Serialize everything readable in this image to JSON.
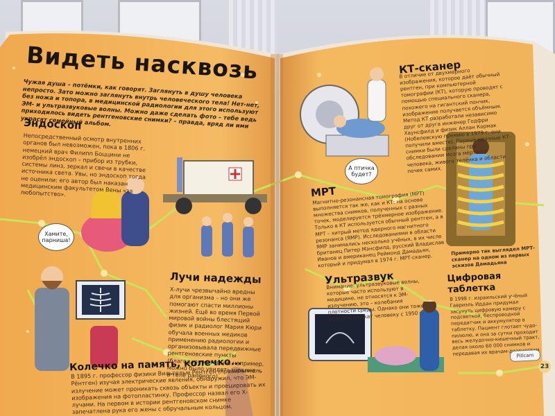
{
  "spread": {
    "left": {
      "title": "Видеть насквозь",
      "intro": "Чужая душа – потёмки, как говорят. Заглянуть в душу человека непросто. Зато можно заглянуть внутрь человеческого тела! Нет-нет, без ножа и топора, в медицинской радиологии для этого используют ЭМ- и ультразвуковые волны. Можно даже сделать фото – тебе ведь приходилось видеть рентгеновские снимки? – правда, вряд ли ими украсят семейный альбом.",
      "endoscope": {
        "heading": "Эндоскоп",
        "body": "Непосредственный осмотр внутренних органов был невозможен, пока в 1806 г. немецкий врач Филипп Боццини не изобрёл эндоскоп – прибор из трубки, системы линз, зеркал и свечи в качестве источника света. Увы, но эндоскоп тогда не оценили: его автор был наказан медицинским факультетом Вены «за любопытство».",
        "bubble": "Хамите, парниша!"
      },
      "xrays": {
        "heading": "Лучи надежды",
        "body": "Х-лучи чрезвычайно вредны для организма – но они же помогают спасти миллионы жизней. Ещё во время Первой мировой войны блестящий физик и радиолог Мария Кюри обучала военных медиков применению радиологии и организовывала передвижные рентгеновские пункты (благодаря которым, например, можно было увидеть шрапнель в теле раненого)."
      },
      "ring": {
        "heading": "Колечко на память, колечко...",
        "body": "В 1895 г. профессор физики Вильгельм Рентген (правильнее – Рёнтген) изучая электрические явления, обнаружил, что ЭМ-излучение может проникать сквозь объекты и проецировать их изображения на фотопластинку. Профессор назвал его Х-лучами. На первом в истории рентгеновском снимке запечатлена рука его жены с обручальным кольцом."
      }
    },
    "right": {
      "ct": {
        "heading": "КТ-сканер",
        "body": "В отличие от двухмерного изображения, которое даёт обычный рентген, при компьютерной томографии (КТ), которую проводят с помощью специального сканера, похожего на гигантский пончик, изображение получается объёмным. Метод КТ разработали независимо друг от друга инженер Годфри Хаунсфилд и физик Аллан Кормак (Нобелевскую премию в 1979 г. они получили вместе). Первые удачные КТ-снимки были сделаны при обследовании мозга мёртвого человека, живого телёнка и области почек самих.",
        "bubble": "А птичка будет?"
      },
      "mri": {
        "heading": "МРТ",
        "body": "Магнитно-резонансная томография (МРТ) выполняется так же, как и КТ: на основе множества снимков, полученных с разных точек, моделируется трёхмерное изображение. Только в КТ используется обычный рентген, а в МРТ – хитрый метод ядерного магнитного резонанса (ЯМР). Исследованиями в области ЯМР занимались несколько учёных, в их числе британец Питер Мэнсфилд, русский Владислав Иванов и американец Реймонд Дамадьян, который и придумал в 1974 г. МРТ-сканер.",
        "caption": "Примерно так выглядел МРТ-сканер на одном из первых эскизов Дамадьяна"
      },
      "ultrasound": {
        "heading": "Ультразвук",
        "body": "Внимание: ультразвуковые волны, которые часто используют в медицине, не относятся к ЭМ-излучению, это – колебания плотности среды. Однако они тоже успешно служат человеку с 1950 г."
      },
      "pill": {
        "heading": "Цифровая таблетка",
        "body": "В 1998 г. израильский учёный Гавриэль Иддан придумал засунуть цифровую камеру с подсветкой, беспроводной передатчик и аккумулятор в таблетку. Пациент глотает чудо-пилюлю, и она за сутки проходит весь желудочно-кишечный тракт, делая около 60 000 снимков и передавая их врачам-диагностам.",
        "pill_label": "Pillcam",
        "page_number": "23"
      }
    }
  },
  "colors": {
    "page": "#f2b25a",
    "page_light": "#f7c979",
    "network_line": "#c6e15a",
    "text": "#3a2a1e"
  }
}
